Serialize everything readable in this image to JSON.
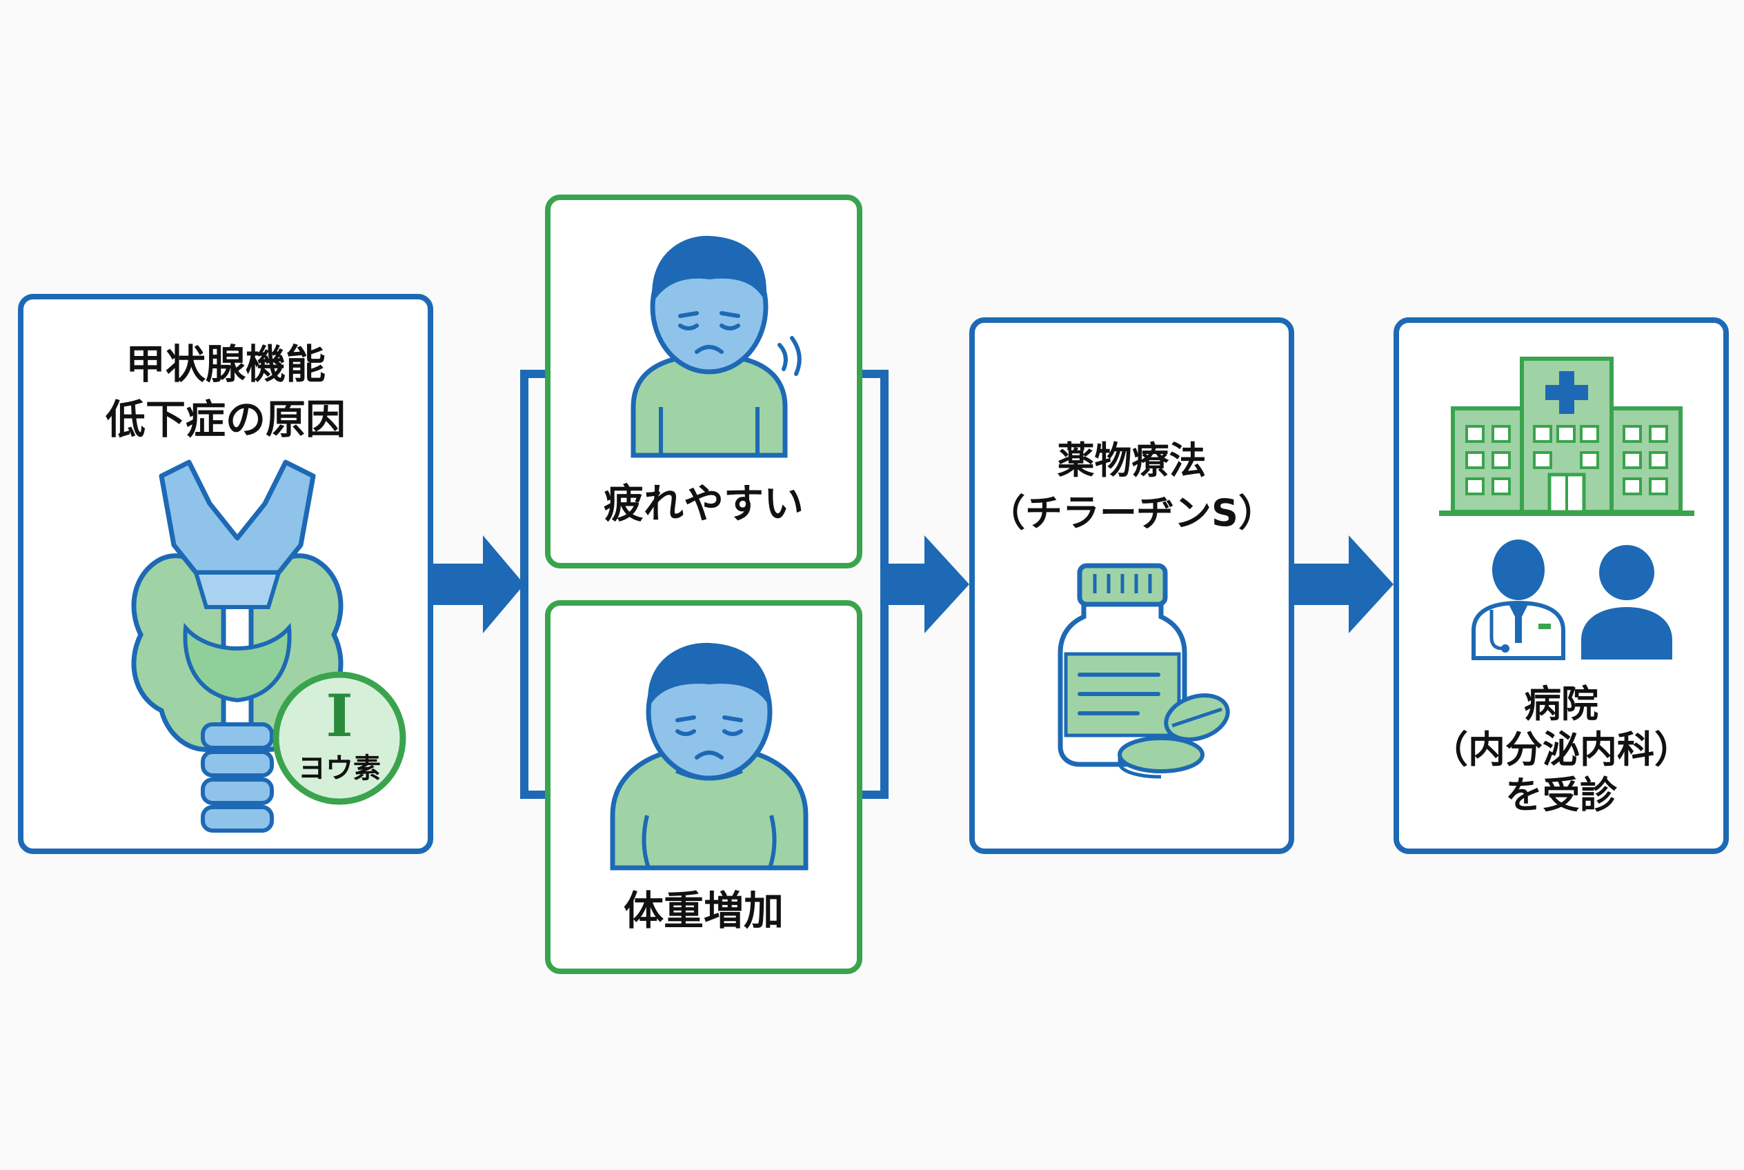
{
  "colors": {
    "blue": "#1d69b5",
    "green": "#3aa34e",
    "light_green": "#9fd3a5",
    "light_blue": "#8fc3ea"
  },
  "cause": {
    "title_line1": "甲状腺機能",
    "title_line2": "低下症の原因",
    "icon": "thyroid-icon",
    "iodine_symbol": "I",
    "iodine_label": "ヨウ素"
  },
  "symptoms": [
    {
      "label": "疲れやすい",
      "icon": "tired-person-icon"
    },
    {
      "label": "体重増加",
      "icon": "weight-gain-person-icon"
    }
  ],
  "treatment": {
    "title_line1": "薬物療法",
    "title_line2": "（チラーヂンS）",
    "icon": "medicine-bottle-icon"
  },
  "hospital": {
    "label_line1": "病院",
    "label_line2": "（内分泌内科）",
    "label_line3": "を受診",
    "icons": [
      "hospital-building-icon",
      "doctor-icon",
      "patient-icon"
    ]
  }
}
